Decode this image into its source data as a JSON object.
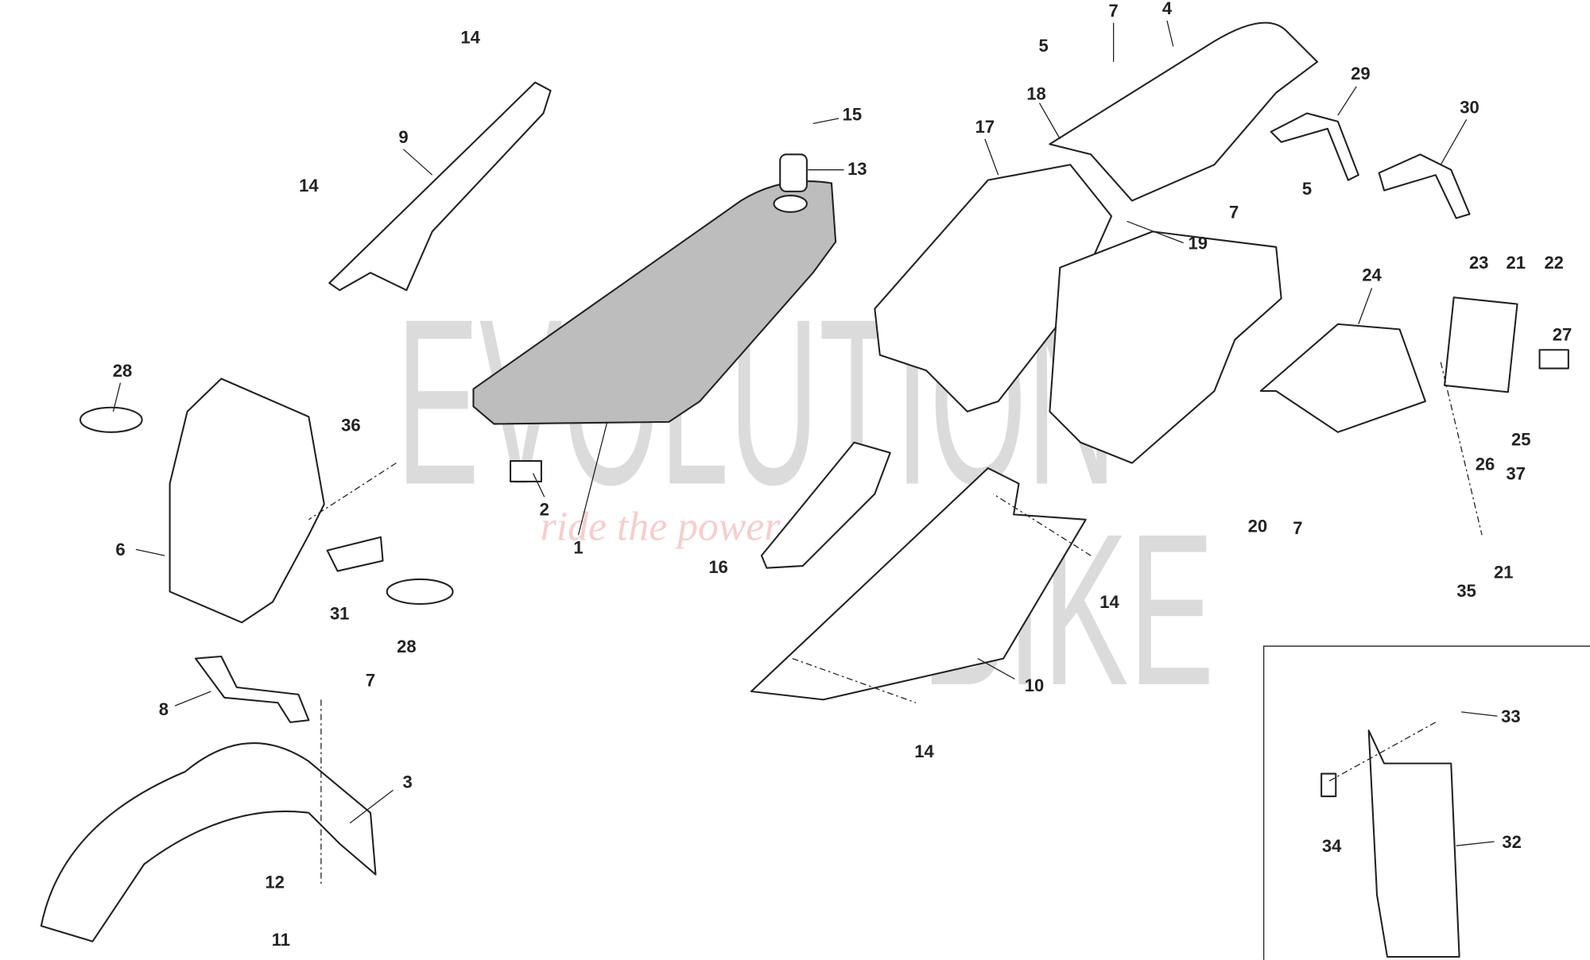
{
  "diagram": {
    "watermark_line1": "EVOLUTION",
    "watermark_line2": "BIKE",
    "watermark_tagline": "ride the power",
    "callouts": [
      "14",
      "9",
      "14",
      "15",
      "13",
      "7",
      "4",
      "5",
      "18",
      "17",
      "29",
      "30",
      "7",
      "5",
      "19",
      "28",
      "36",
      "2",
      "1",
      "24",
      "23",
      "21",
      "22",
      "27",
      "25",
      "26",
      "37",
      "20",
      "7",
      "16",
      "14",
      "6",
      "31",
      "28",
      "21",
      "35",
      "7",
      "8",
      "10",
      "14",
      "33",
      "3",
      "12",
      "11",
      "34",
      "32"
    ]
  }
}
